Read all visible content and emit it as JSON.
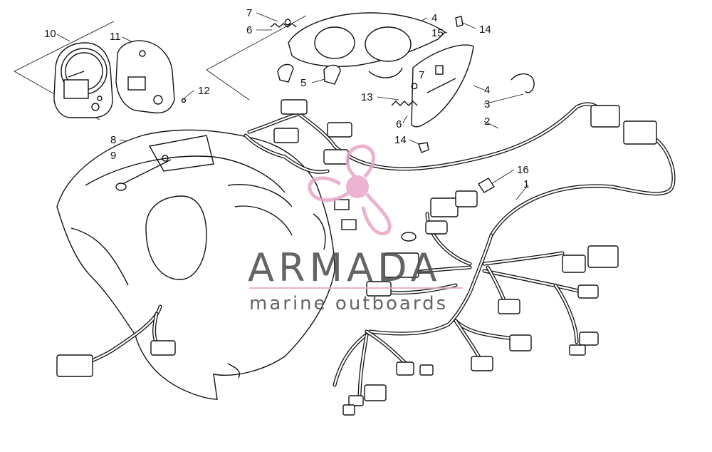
{
  "callouts": [
    {
      "id": "c10",
      "text": "10"
    },
    {
      "id": "c11",
      "text": "11"
    },
    {
      "id": "c12",
      "text": "12"
    },
    {
      "id": "c7a",
      "text": "7"
    },
    {
      "id": "c6a",
      "text": "6"
    },
    {
      "id": "c4a",
      "text": "4"
    },
    {
      "id": "c15",
      "text": "15"
    },
    {
      "id": "c14a",
      "text": "14"
    },
    {
      "id": "c5",
      "text": "5"
    },
    {
      "id": "c7b",
      "text": "7"
    },
    {
      "id": "c13",
      "text": "13"
    },
    {
      "id": "c4b",
      "text": "4"
    },
    {
      "id": "c3",
      "text": "3"
    },
    {
      "id": "c2",
      "text": "2"
    },
    {
      "id": "c6b",
      "text": "6"
    },
    {
      "id": "c14b",
      "text": "14"
    },
    {
      "id": "c8",
      "text": "8"
    },
    {
      "id": "c9",
      "text": "9"
    },
    {
      "id": "c16",
      "text": "16"
    },
    {
      "id": "c1",
      "text": "1"
    }
  ],
  "watermark": {
    "title": "ARMADA",
    "subtitle": "marine outboards",
    "logo_color": "#e8a6c8",
    "text_color": "#4a4a4a",
    "line_color": "#e8a6c8"
  },
  "colors": {
    "line": "#111111",
    "background": "#ffffff"
  }
}
